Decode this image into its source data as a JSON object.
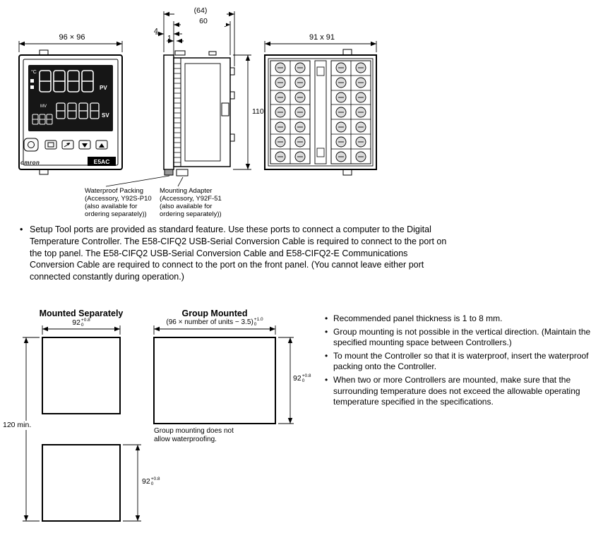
{
  "glyphs": {
    "bullet": "•"
  },
  "drawings": {
    "front": {
      "dim": "96 × 96",
      "unit": "°C",
      "pv": "PV",
      "sv": "SV",
      "mv": "MV",
      "brand": "omron",
      "model": "E5AC"
    },
    "side": {
      "dim_overall": "(64)",
      "dim_depth": "60",
      "dim_bezel": "4",
      "dim_gap": "1",
      "dim_height": "110"
    },
    "rear": {
      "dim": "91 x 91"
    },
    "callout_waterproof": {
      "lines": [
        "Waterproof Packing",
        "(Accessory, Y92S-P10",
        "(also available for",
        "ordering separately))"
      ]
    },
    "callout_adapter": {
      "lines": [
        "Mounting Adapter",
        "(Accessory, Y92F-51",
        "(also available for",
        "ordering separately))"
      ]
    }
  },
  "setup_note": "Setup Tool ports are provided as standard feature. Use these ports to connect a computer to the Digital Temperature Controller. The E58-CIFQ2 USB-Serial Conversion Cable is required to connect to the port on the top panel. The E58-CIFQ2 USB-Serial Conversion Cable and E58-CIFQ2-E Communications Conversion Cable are required to connect to the port on the front panel. (You cannot leave either port connected constantly during operation.)",
  "mounting": {
    "separately_title": "Mounted Separately",
    "group_title": "Group Mounted",
    "formula_base": "(96 × number of units − 3.5)",
    "formula_tol_plus": "+1.0",
    "formula_tol_minus": "0",
    "dim92_base": "92",
    "dim92_tol_plus": "+0.8",
    "dim92_tol_minus": "0",
    "dim120": "120 min.",
    "group_note_line1": "Group mounting does not",
    "group_note_line2": "allow waterproofing.",
    "notes": [
      "Recommended panel thickness is 1 to 8 mm.",
      "Group mounting is not possible in the vertical direction. (Maintain the specified mounting space between Controllers.)",
      "To mount the Controller so that it is waterproof, insert the waterproof packing onto the Controller.",
      "When two or more Controllers are mounted, make sure that the surrounding temperature does not exceed the allowable operating temperature specified in the specifications."
    ]
  }
}
